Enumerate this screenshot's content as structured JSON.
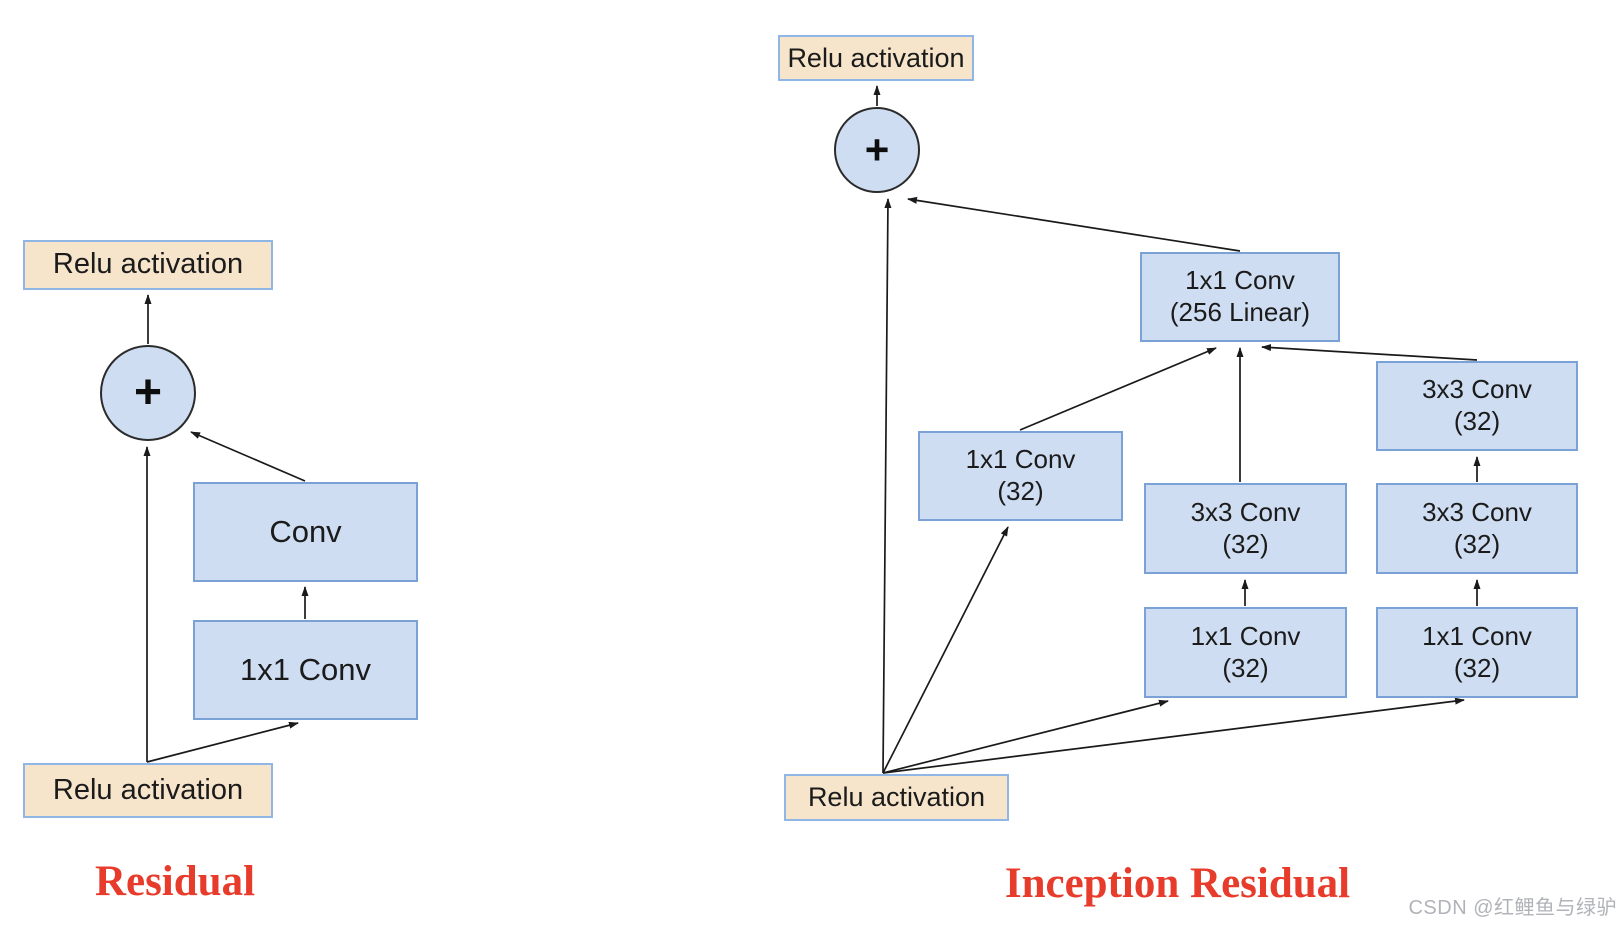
{
  "colors": {
    "box_blue_fill": "#CEDDF1",
    "box_blue_border": "#7BA2D6",
    "box_peach_fill": "#F6E4CB",
    "box_peach_border": "#8FB6E4",
    "circle_border": "#2b2b2b",
    "title_red": "#E73B2B",
    "arrow_black": "#1a1a1a",
    "watermark_gray": "#b1b3b8"
  },
  "left_diagram": {
    "title": "Residual",
    "nodes": {
      "relu_top": "Relu activation",
      "plus": "+",
      "conv": "Conv",
      "conv_1x1": "1x1 Conv",
      "relu_bottom": "Relu activation"
    }
  },
  "right_diagram": {
    "title": "Inception Residual",
    "nodes": {
      "relu_top": "Relu activation",
      "plus": "+",
      "conv_1x1_256_linear": "1x1 Conv\n(256 Linear)",
      "conv_1x1_32_left": "1x1 Conv\n(32)",
      "conv_3x3_32_top_right": "3x3 Conv\n(32)",
      "conv_3x3_32_middle": "3x3 Conv\n(32)",
      "conv_3x3_32_right": "3x3 Conv\n(32)",
      "conv_1x1_32_middle": "1x1 Conv\n(32)",
      "conv_1x1_32_right": "1x1 Conv\n(32)",
      "relu_bottom": "Relu activation"
    }
  },
  "watermark": "CSDN @红鲤鱼与绿驴"
}
